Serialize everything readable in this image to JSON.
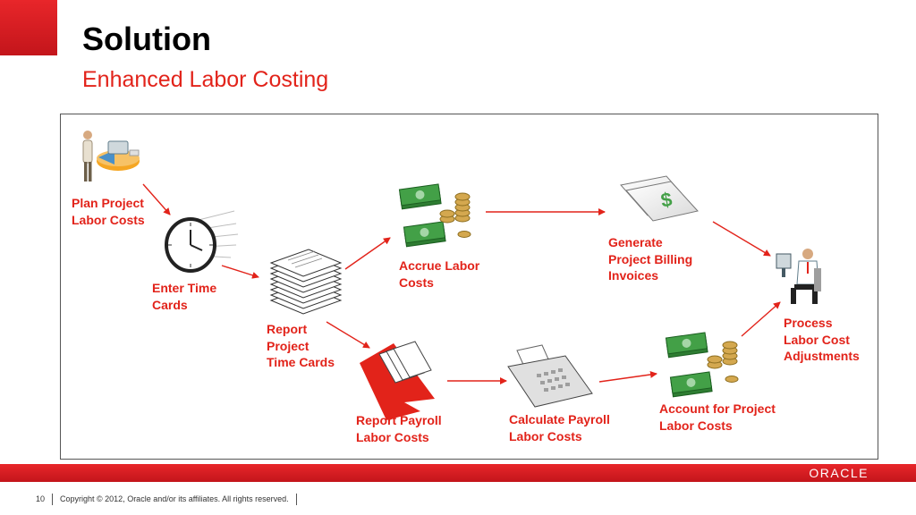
{
  "header": {
    "title": "Solution",
    "subtitle": "Enhanced Labor Costing"
  },
  "diagram": {
    "steps": {
      "plan_project": "Plan Project\nLabor Costs",
      "enter_time": "Enter Time\nCards",
      "report_time": "Report\nProject\nTime Cards",
      "accrue": "Accrue Labor\nCosts",
      "generate_billing": "Generate\nProject Billing\nInvoices",
      "process_adjustments": "Process\nLabor Cost\nAdjustments",
      "report_payroll": "Report Payroll\nLabor Costs",
      "calculate_payroll": "Calculate Payroll\nLabor Costs",
      "account_project": "Account for Project\nLabor Costs"
    },
    "accent_color": "#e2231a"
  },
  "footer": {
    "page_number": "10",
    "copyright": "Copyright © 2012, Oracle and/or its affiliates. All rights reserved.",
    "brand": "ORACLE"
  }
}
